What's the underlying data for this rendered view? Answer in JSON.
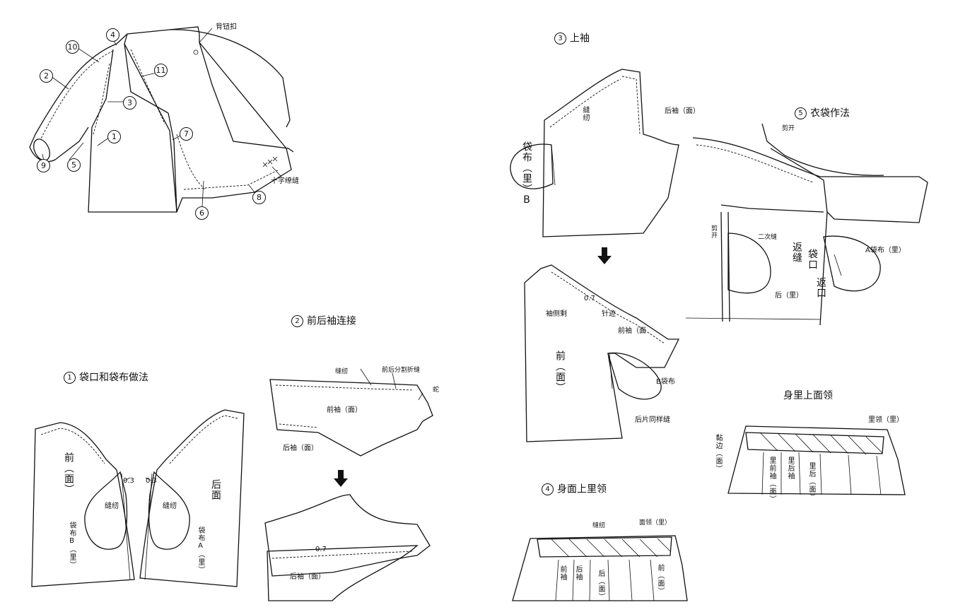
{
  "overview": {
    "numbers": [
      "1",
      "2",
      "3",
      "4",
      "5",
      "6",
      "7",
      "8",
      "9",
      "10",
      "11"
    ],
    "back_button_label": "背钮扣",
    "cross_stitch_label": "十字缭缝"
  },
  "step1": {
    "num": "1",
    "title": "袋口和袋布做法",
    "front_label": "前（面）",
    "back_label": "后面",
    "seam_label_left": "缝纫",
    "seam_label_right": "缝纫",
    "pocket_b": "袋布B（里）",
    "pocket_a": "袋布A（里）",
    "dim_left": "0.3",
    "dim_right": "0.3"
  },
  "step2": {
    "num": "2",
    "title": "前后袖连接",
    "seam": "缝纫",
    "split_seam": "前后分割折缝",
    "slit": "蛇",
    "front_sleeve": "前袖（面）",
    "back_sleeve_top": "后袖（面）",
    "dim": "0.7",
    "back_sleeve_bottom": "后袖（面）"
  },
  "step3": {
    "num": "3",
    "title": "上袖",
    "seam": "缝纫",
    "back_sleeve": "后袖（面）",
    "pocket_b_top": "袋布（里）B",
    "dim": "0.7",
    "sleeve_side_cut": "袖侧剩",
    "stitch": "针迹",
    "front_sleeve": "前袖（面",
    "front": "前（面）",
    "pocket_b": "B袋布",
    "back_same": "后片同样缝"
  },
  "step4": {
    "num": "4",
    "title": "身面上里领",
    "seam": "缝纫",
    "face_collar": "面领（里）",
    "front_sleeve": "前袖",
    "back_sleeve": "后袖",
    "back": "后（面）",
    "front": "前（面）"
  },
  "step5": {
    "num": "5",
    "title": "衣袋作法",
    "cut": "剪开",
    "cut2": "剪开",
    "double_stitch": "二次缝",
    "return_seam": "返缝",
    "pocket_mouth": "袋口",
    "return_mouth": "返口",
    "pocket_a": "A袋布（里）",
    "back_lining": "后（里）"
  },
  "lining_collar": {
    "title": "身里上面领",
    "lining_collar": "里领（里）",
    "binding": "黏边（面）",
    "lining_front_sleeve": "里前袖（面）",
    "lining_back_sleeve": "里后袖",
    "lining_back": "里后（面）"
  }
}
